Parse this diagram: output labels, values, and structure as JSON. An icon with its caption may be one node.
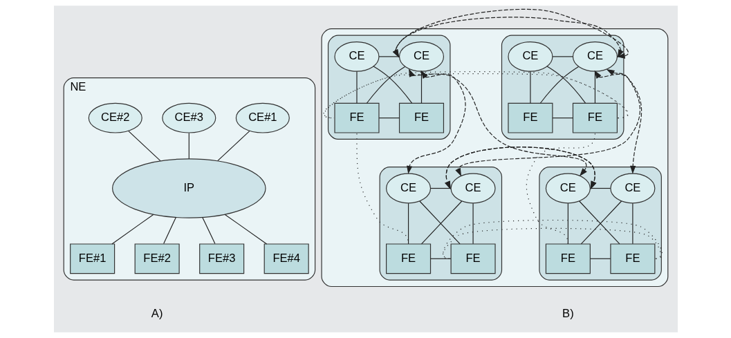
{
  "diagram": {
    "nodes": [
      {
        "text": [
          "NE"
        ]
      },
      {
        "text": [
          "CE#1"
        ],
        "in": 0
      },
      {
        "text": [
          "CE#2"
        ],
        "in": 0
      },
      {
        "text": [
          "CE#3"
        ],
        "in": 0
      },
      {
        "text": [
          "IP"
        ],
        "in": 0
      },
      {
        "text": [
          "FE#1"
        ],
        "in": 0
      },
      {
        "text": [
          "FE#2"
        ],
        "in": 0
      },
      {
        "text": [
          "FE#3"
        ],
        "in": 0
      },
      {
        "text": [
          "FE#4"
        ],
        "in": 0
      },
      {
        "text": [],
        "shape": "box"
      },
      {
        "text": [],
        "shape": "box",
        "in": 9
      },
      {
        "text": [
          "CE"
        ],
        "in": 10
      },
      {
        "text": [
          "CE"
        ],
        "in": 10
      },
      {
        "text": [
          "FE"
        ],
        "in": 10
      },
      {
        "text": [
          "FE"
        ],
        "in": 10
      },
      {
        "text": [],
        "shape": "box",
        "in": 9
      },
      {
        "text": [
          "CE"
        ],
        "in": 15
      },
      {
        "text": [
          "CE"
        ],
        "in": 15
      },
      {
        "text": [
          "FE"
        ],
        "in": 15
      },
      {
        "text": [
          "FE"
        ],
        "in": 15
      },
      {
        "text": [],
        "shape": "box",
        "in": 9
      },
      {
        "text": [
          "CE"
        ],
        "in": 20
      },
      {
        "text": [
          "CE"
        ],
        "in": 20
      },
      {
        "text": [
          "FE"
        ],
        "in": 20
      },
      {
        "text": [
          "FE"
        ],
        "in": 20
      },
      {
        "text": [],
        "shape": "box",
        "in": 9
      },
      {
        "text": [
          "CE"
        ],
        "in": 25
      },
      {
        "text": [
          "CE"
        ],
        "in": 25
      },
      {
        "text": [
          "FE"
        ],
        "in": 25
      },
      {
        "text": [
          "FE"
        ],
        "in": 25
      }
    ],
    "edges": [
      {
        "from": 1,
        "to": 4,
        "arrow": "none"
      },
      {
        "from": 2,
        "to": 4,
        "arrow": "none"
      },
      {
        "from": 3,
        "to": 4,
        "arrow": "none"
      },
      {
        "from": 4,
        "to": 5,
        "arrow": "none"
      },
      {
        "from": 4,
        "to": 6,
        "arrow": "none"
      },
      {
        "from": 4,
        "to": 7,
        "arrow": "none"
      },
      {
        "from": 4,
        "to": 8,
        "arrow": "none"
      },
      {
        "from": 11,
        "to": 12,
        "arrow": "none"
      },
      {
        "from": 11,
        "to": 13,
        "arrow": "none"
      },
      {
        "from": 11,
        "to": 14,
        "arrow": "none"
      },
      {
        "from": 12,
        "to": 13,
        "arrow": "none"
      },
      {
        "from": 12,
        "to": 14,
        "arrow": "none"
      },
      {
        "from": 13,
        "to": 14,
        "arrow": "none"
      },
      {
        "from": 16,
        "to": 17,
        "arrow": "none"
      },
      {
        "from": 16,
        "to": 18,
        "arrow": "none"
      },
      {
        "from": 16,
        "to": 19,
        "arrow": "none"
      },
      {
        "from": 17,
        "to": 18,
        "arrow": "none"
      },
      {
        "from": 17,
        "to": 19,
        "arrow": "none"
      },
      {
        "from": 18,
        "to": 19,
        "arrow": "none"
      },
      {
        "from": 21,
        "to": 22,
        "arrow": "none"
      },
      {
        "from": 21,
        "to": 23,
        "arrow": "none"
      },
      {
        "from": 21,
        "to": 24,
        "arrow": "none"
      },
      {
        "from": 22,
        "to": 23,
        "arrow": "none"
      },
      {
        "from": 22,
        "to": 24,
        "arrow": "none"
      },
      {
        "from": 23,
        "to": 24,
        "arrow": "none"
      },
      {
        "from": 26,
        "to": 27,
        "arrow": "none"
      },
      {
        "from": 26,
        "to": 28,
        "arrow": "none"
      },
      {
        "from": 26,
        "to": 29,
        "arrow": "none"
      },
      {
        "from": 27,
        "to": 28,
        "arrow": "none"
      },
      {
        "from": 27,
        "to": 29,
        "arrow": "none"
      },
      {
        "from": 28,
        "to": 29,
        "arrow": "none"
      },
      {
        "from": 12,
        "to": 16,
        "arrow": "both",
        "style": "dashed"
      },
      {
        "from": 22,
        "to": 26,
        "arrow": "both",
        "style": "dashed"
      },
      {
        "from": 12,
        "to": 26,
        "arrow": "both",
        "style": "dashed"
      },
      {
        "from": 16,
        "to": 22,
        "arrow": "both",
        "style": "dashed"
      },
      {
        "from": 12,
        "to": 21,
        "arrow": "both",
        "style": "dashed"
      },
      {
        "from": 16,
        "to": 27,
        "arrow": "both",
        "style": "dashed"
      },
      {
        "from": 14,
        "to": 18,
        "arrow": "none",
        "style": "dashed"
      },
      {
        "from": 24,
        "to": 28,
        "arrow": "none",
        "style": "dashed"
      },
      {
        "from": 14,
        "to": 23,
        "arrow": "none",
        "style": "dashed"
      },
      {
        "from": 18,
        "to": 29,
        "arrow": "none",
        "style": "dashed"
      }
    ],
    "labels": [
      "A)",
      "B)"
    ]
  }
}
